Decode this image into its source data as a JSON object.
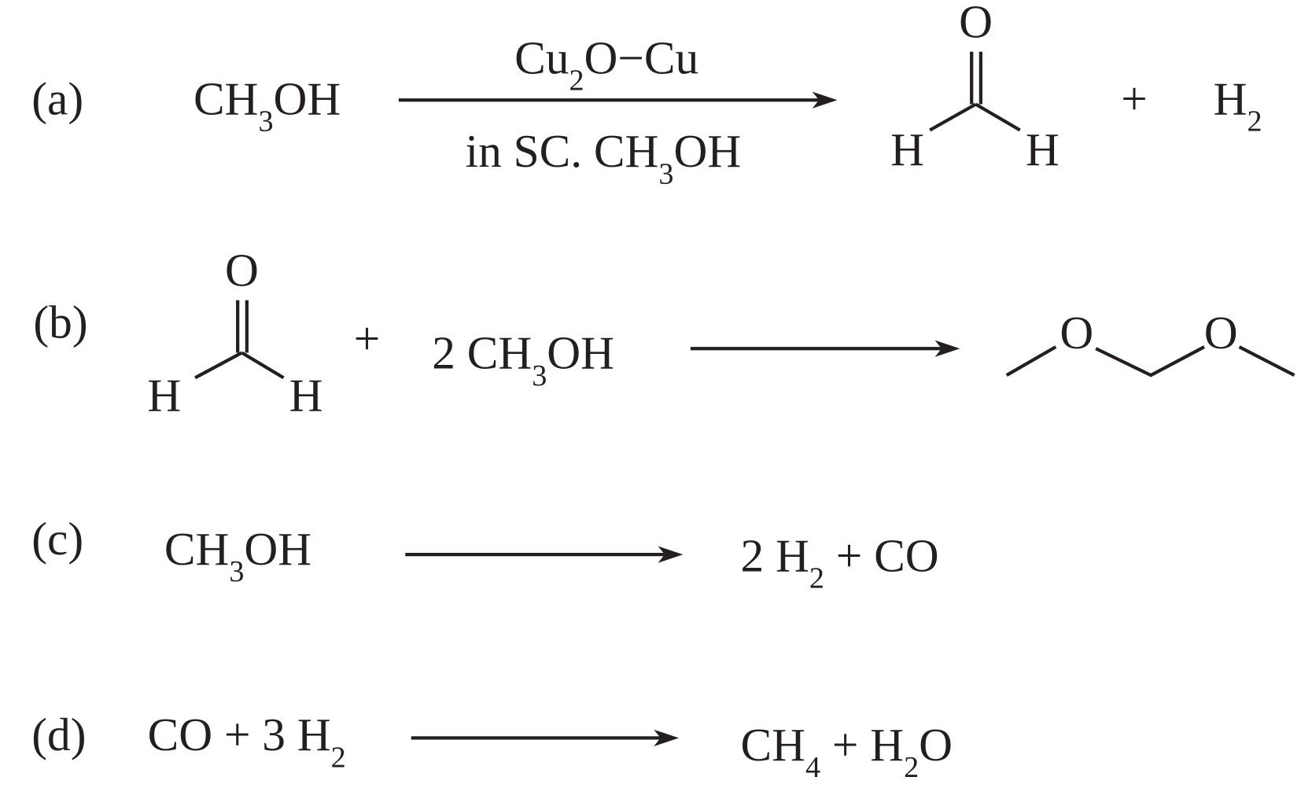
{
  "reactions": [
    {
      "label": "(a)",
      "reactant": [
        "CH",
        "3",
        "OH"
      ],
      "condition_above": [
        "Cu",
        "2",
        "O−Cu"
      ],
      "condition_below": [
        "in SC. CH",
        "3",
        "OH"
      ],
      "product_atoms": {
        "o": "O",
        "h1": "H",
        "h2": "H"
      },
      "plus": "+",
      "coproduct": [
        "H",
        "2"
      ]
    },
    {
      "label": "(b)",
      "reactant_atoms": {
        "o": "O",
        "h1": "H",
        "h2": "H"
      },
      "plus": "+",
      "reactant2": [
        "2 CH",
        "3",
        "OH"
      ],
      "product_atoms": {
        "o1": "O",
        "o2": "O"
      }
    },
    {
      "label": "(c)",
      "reactant": [
        "CH",
        "3",
        "OH"
      ],
      "product": [
        "2 H",
        "2",
        " + CO"
      ]
    },
    {
      "label": "(d)",
      "reactant": [
        "CO + 3 H",
        "2"
      ],
      "product": [
        "CH",
        "4",
        " + H",
        "2",
        "O"
      ]
    }
  ]
}
